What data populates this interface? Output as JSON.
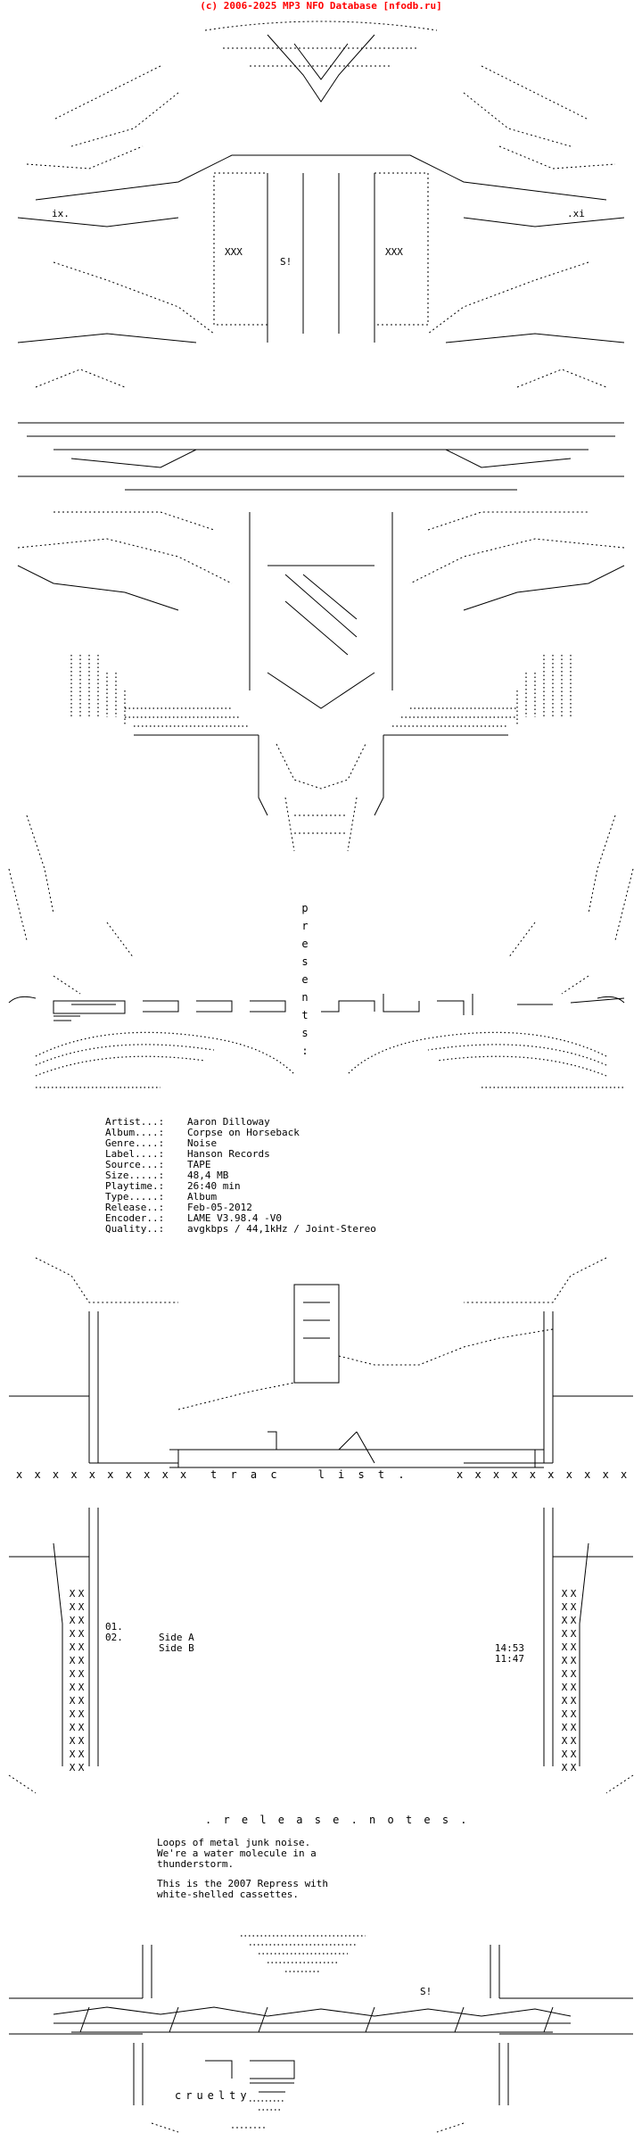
{
  "header": "(c) 2006-2025 MP3 NFO Database [nfodb.ru]",
  "presents": [
    "p",
    "r",
    "e",
    "s",
    "e",
    "n",
    "t",
    "s",
    ":"
  ],
  "signature_top": "S!",
  "signature_bottom": "S!",
  "marks": {
    "ix_left": "ix.",
    "ix_right": ".xi",
    "xxx": "XXX"
  },
  "info": [
    {
      "k": "Artist...:",
      "v": "Aaron Dilloway"
    },
    {
      "k": "Album....:",
      "v": "Corpse on Horseback"
    },
    {
      "k": "Genre....:",
      "v": "Noise"
    },
    {
      "k": "Label....:",
      "v": "Hanson Records"
    },
    {
      "k": "Source...:",
      "v": "TAPE"
    },
    {
      "k": "Size.....:",
      "v": "48,4 MB"
    },
    {
      "k": "Playtime.:",
      "v": "26:40 min"
    },
    {
      "k": "Type.....:",
      "v": "Album"
    },
    {
      "k": "Release..:",
      "v": "Feb-05-2012"
    },
    {
      "k": "Encoder..:",
      "v": "LAME V3.98.4 -V0"
    },
    {
      "k": "Quality..:",
      "v": "avgkbps / 44,1kHz / Joint-Stereo"
    }
  ],
  "tracklist_left": "t r a c",
  "tracklist_right": "l i s t .",
  "xrow": "x x x x x x x x x x",
  "tracks": [
    {
      "no": "01.",
      "title": "Side A",
      "dur": "14:53"
    },
    {
      "no": "02.",
      "title": "Side B",
      "dur": "11:47"
    }
  ],
  "release_notes_title": ". r e l e a s e . n o t e s .",
  "notes": [
    [
      "Loops of metal junk noise.",
      "We're a water molecule in a",
      "thunderstorm."
    ],
    [
      "This is the 2007 Repress with",
      "white-shelled cassettes."
    ]
  ],
  "group": "cruelty"
}
